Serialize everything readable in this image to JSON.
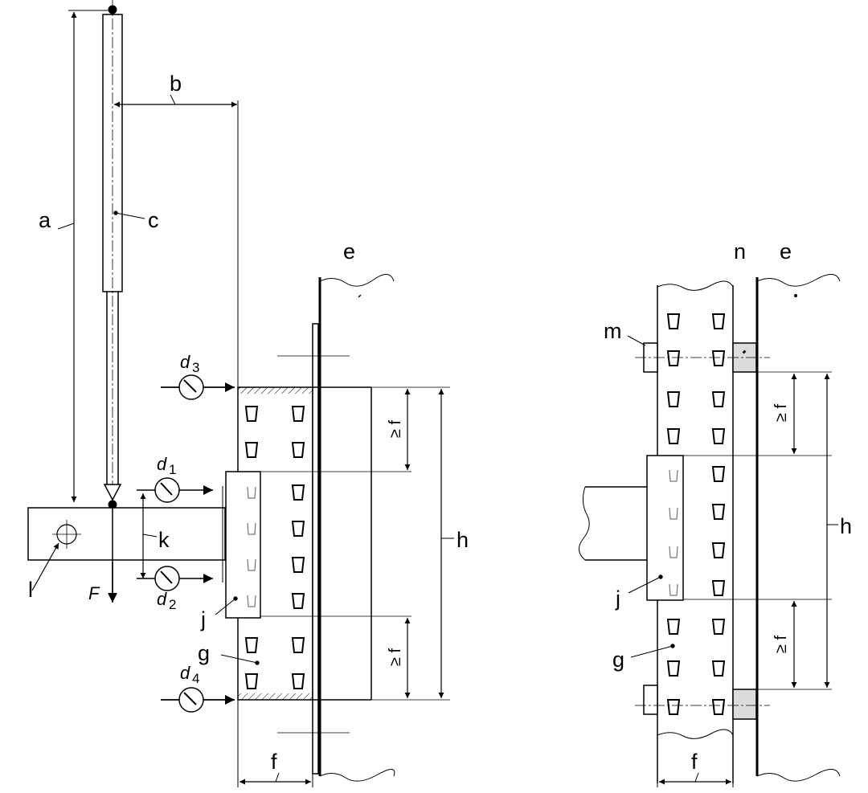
{
  "labels": {
    "a": "a",
    "b": "b",
    "c": "c",
    "e": "e",
    "f": "f",
    "g": "g",
    "h": "h",
    "j": "j",
    "k": "k",
    "l": "l",
    "m": "m",
    "n": "n",
    "F": "F",
    "d": "d",
    "sub1": "1",
    "sub2": "2",
    "sub3": "3",
    "sub4": "4",
    "gef": "≥ f"
  },
  "colors": {
    "line": "#000000",
    "fill": "#ffffff",
    "block": "#dcdcdc"
  }
}
